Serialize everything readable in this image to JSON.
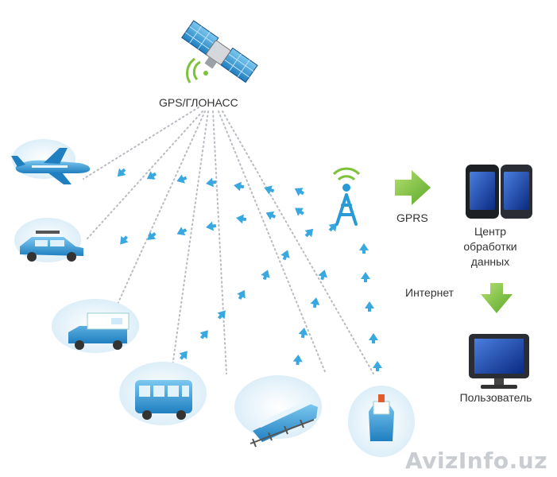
{
  "labels": {
    "gps": "GPS/ГЛОНАСС",
    "gprs": "GPRS",
    "processing_center": [
      "Центр",
      "обработки",
      "данных"
    ],
    "internet": "Интернет",
    "user": "Пользователь"
  },
  "watermark": "AvizInfo.uz",
  "icons": {
    "satellite": "satellite-icon",
    "tower": "antenna-tower-icon",
    "phones": "smartphones-icon",
    "monitor": "computer-monitor-icon",
    "vehicles": [
      "airplane-icon",
      "car-icon",
      "camper-van-icon",
      "bus-icon",
      "train-icon",
      "ship-icon"
    ]
  },
  "colors": {
    "accent_blue": "#2a9ad6",
    "signal_arrow": "#3aa8e0",
    "green_arrow": "#7cc23a",
    "dotted_line": "#b8bcc2"
  }
}
